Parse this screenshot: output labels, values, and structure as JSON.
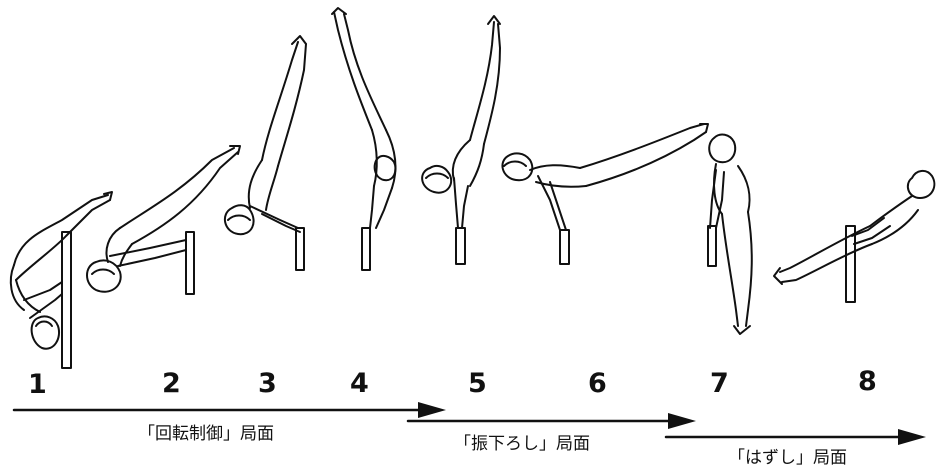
{
  "figures": [
    {
      "number": "1"
    },
    {
      "number": "2"
    },
    {
      "number": "3"
    },
    {
      "number": "4"
    },
    {
      "number": "5"
    },
    {
      "number": "6"
    },
    {
      "number": "7"
    },
    {
      "number": "8"
    }
  ],
  "phases": [
    {
      "label": "「回転制御」局面"
    },
    {
      "label": "「振下ろし」局面"
    },
    {
      "label": "「はずし」局面"
    }
  ]
}
